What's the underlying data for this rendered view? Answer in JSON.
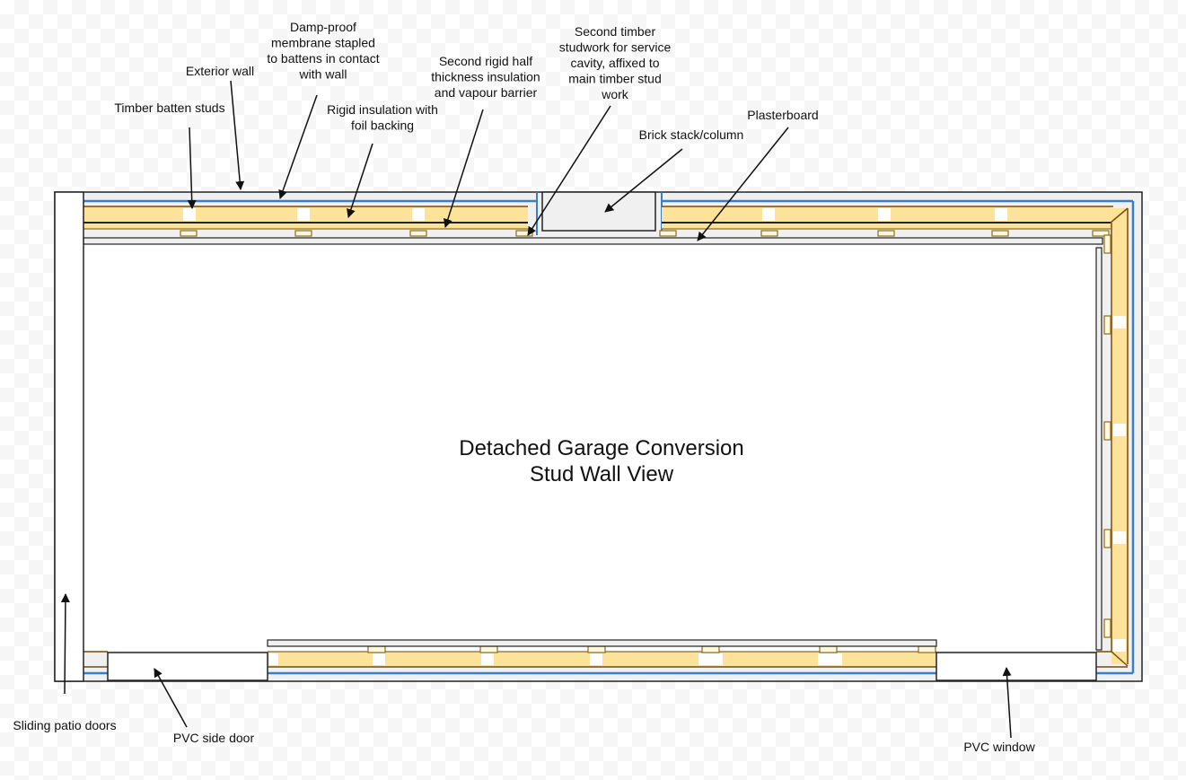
{
  "diagram": {
    "title_lines": [
      "Detached Garage Conversion",
      "Stud Wall View"
    ],
    "colors": {
      "insulation": "#fde39a",
      "timber": "#7a4a0c",
      "membrane": "#3b7ec4",
      "wall": "#f0f0f0",
      "brick": "#f0f0f0",
      "stud_outline": "#8a6d1e",
      "outline": "#222222"
    },
    "labels": {
      "timber_batten_studs": [
        "Timber batten studs"
      ],
      "exterior_wall": [
        "Exterior wall"
      ],
      "damp_proof": [
        "Damp-proof",
        "membrane stapled",
        "to battens in contact",
        "with wall"
      ],
      "rigid_insulation": [
        "Rigid insulation with",
        "foil backing"
      ],
      "second_rigid": [
        "Second rigid half",
        "thickness insulation",
        "and vapour barrier"
      ],
      "second_timber": [
        "Second timber",
        "studwork for service",
        "cavity, affixed to",
        "main timber stud",
        "work"
      ],
      "brick_stack": [
        "Brick stack/column"
      ],
      "plasterboard": [
        "Plasterboard"
      ],
      "sliding_patio": [
        "Sliding patio doors"
      ],
      "pvc_side_door": [
        "PVC side door"
      ],
      "pvc_window": [
        "PVC window"
      ]
    }
  }
}
